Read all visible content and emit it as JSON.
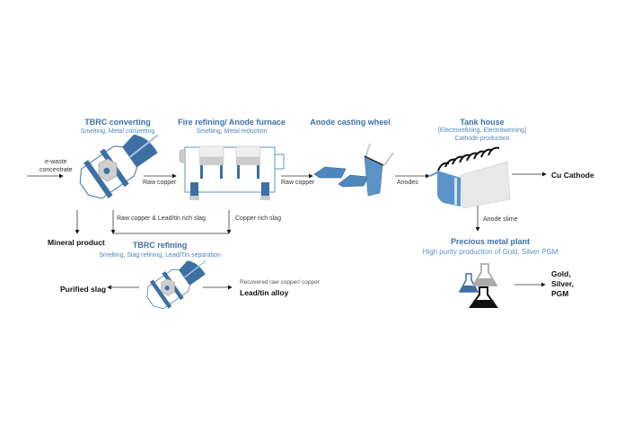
{
  "stages": {
    "tbrc_converting": {
      "title": "TBRC converting",
      "subtitle": "Smelting, Metal converting"
    },
    "fire_refining": {
      "title": "Fire refining/ Anode furnace",
      "subtitle": "Smelting, Metal reduction"
    },
    "anode_casting": {
      "title": "Anode casting wheel"
    },
    "tank_house": {
      "title": "Tank house",
      "subtitle1": "[Electrorefining, Electrowinning]",
      "subtitle2": "Cathode production"
    },
    "tbrc_refining": {
      "title": "TBRC refining",
      "subtitle": "Smelting, Slag refining, Lead/Tin separation"
    },
    "precious_metal_plant": {
      "title": "Precious metal plant",
      "subtitle": "High purity production of Gold, Silver PGM"
    }
  },
  "flows": {
    "input": [
      "e-waste",
      "concentrate"
    ],
    "raw_copper_1": "Raw copper",
    "raw_copper_2": "Raw copper",
    "anodes": "Anodes",
    "raw_copper_slag": "Raw copper & Lead/tin rich slag",
    "copper_rich_slag": "Copper rich slag",
    "anode_slime": "Anode slime",
    "recovered": "Recovered raw copper/ copper"
  },
  "products": {
    "mineral_product": "Mineral product",
    "cu_cathode": "Cu Cathode",
    "purified_slag": "Purified slag",
    "lead_tin_alloy": "Lead/tin alloy",
    "precious": [
      "Gold,",
      "Silver,",
      "PGM"
    ]
  },
  "colors": {
    "accent_blue": "#3d6fa3",
    "light_blue": "#5b93c9",
    "grey": "#bfbfbf",
    "light_grey": "#e6e6e6"
  }
}
